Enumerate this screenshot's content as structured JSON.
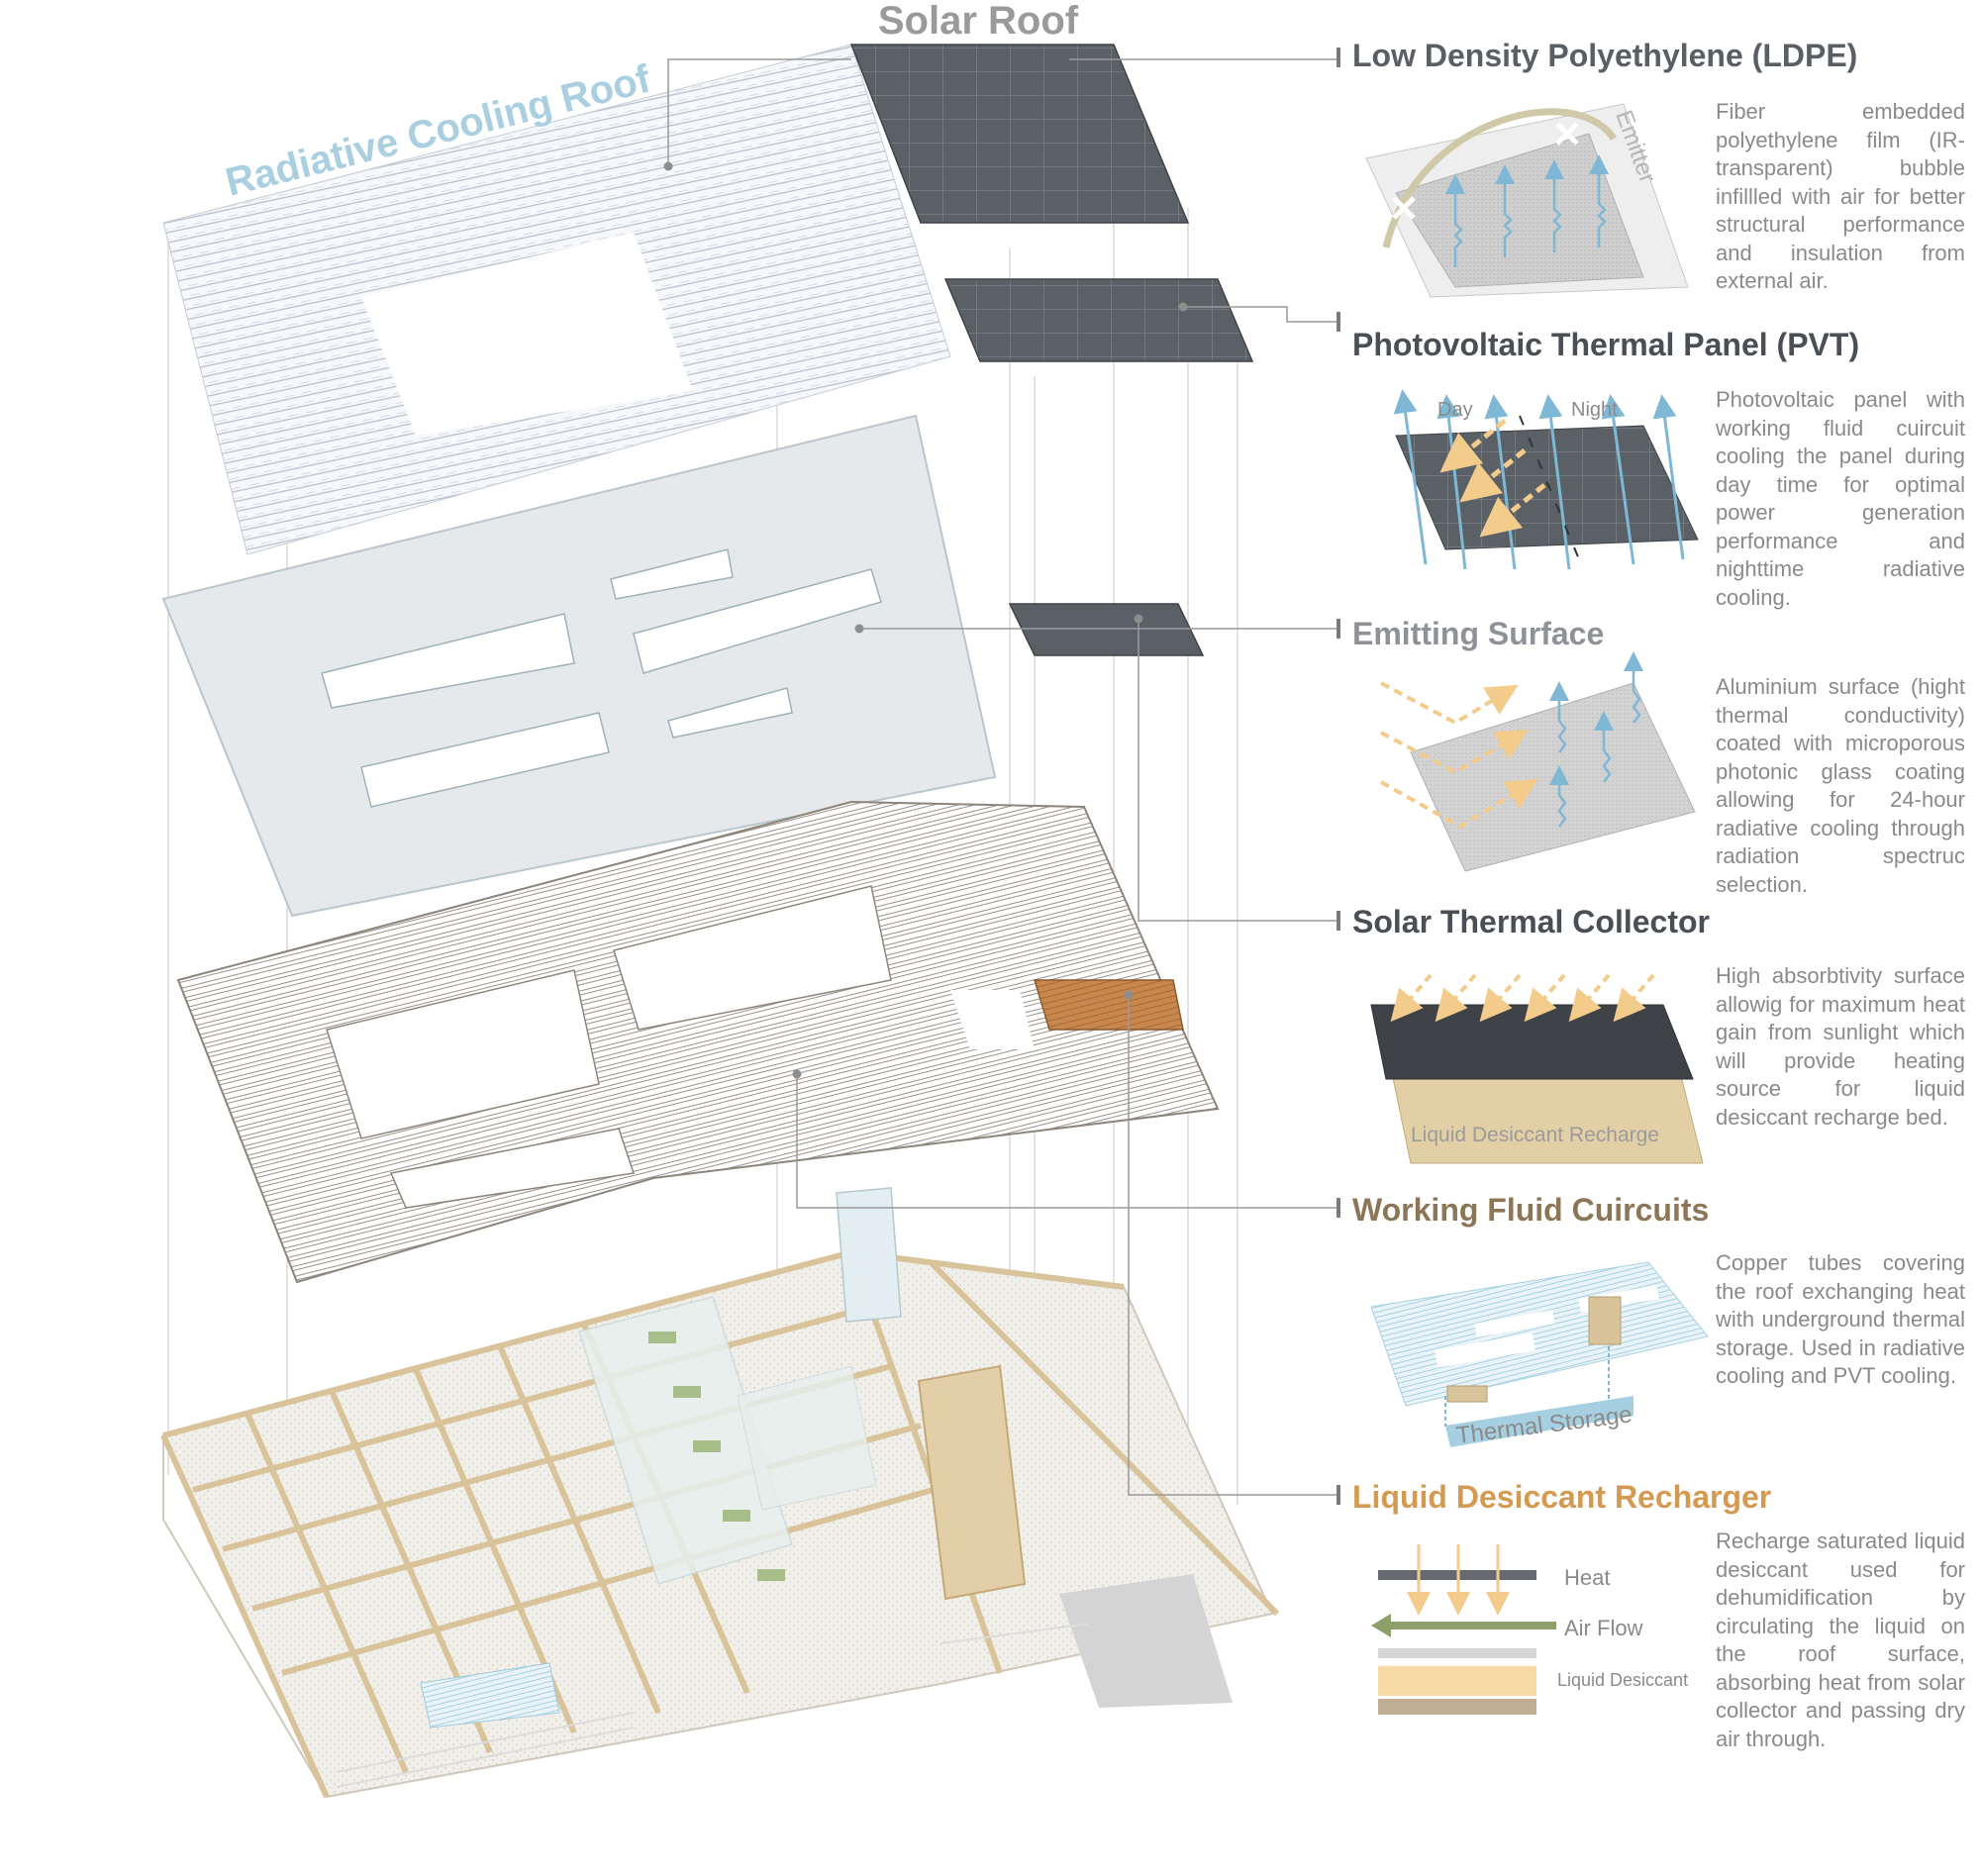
{
  "roof_labels": {
    "solar_roof": "Solar Roof",
    "radiative_cooling_roof": "Radiative Cooling Roof"
  },
  "components": [
    {
      "title": "Low Density Polyethylene (LDPE)",
      "color": "#5a5f66",
      "description": "Fiber embedded polyethylene film (IR-transparent) bubble infillled with air for better structural performance and insulation from external air.",
      "diagram_labels": [
        "Emitter"
      ]
    },
    {
      "title": "Photovoltaic Thermal Panel (PVT)",
      "color": "#4a4e55",
      "description": "Photovoltaic panel with working fluid cuircuit cooling the panel during day time for optimal power generation performance and nighttime radiative cooling.",
      "diagram_labels": [
        "Day",
        "Night"
      ]
    },
    {
      "title": "Emitting Surface",
      "color": "#8e9197",
      "description": "Aluminium surface (hight thermal conductivity) coated with microporous photonic glass coating allowing for 24-hour radiative cooling through radiation spectruc selection.",
      "diagram_labels": []
    },
    {
      "title": "Solar Thermal Collector",
      "color": "#4a4e55",
      "description": "High absorbtivity surface allowig for maximum heat gain from sunlight which will provide heating source for liquid desiccant recharge bed.",
      "diagram_labels": [
        "Liquid Desiccant Recharge"
      ]
    },
    {
      "title": "Working Fluid Cuircuits",
      "color": "#8c7656",
      "description": "Copper tubes covering the roof exchanging heat with underground thermal storage. Used in radiative cooling and PVT cooling.",
      "diagram_labels": [
        "Thermal Storage"
      ]
    },
    {
      "title": "Liquid Desiccant Recharger",
      "color": "#d49a52",
      "description": "Recharge saturated liquid desiccant used for dehumidification by circulating the liquid on the roof surface, absorbing heat from solar collector and passing dry air through.",
      "diagram_labels": [
        "Heat",
        "Air Flow",
        "Liquid Desiccant"
      ]
    }
  ],
  "colors": {
    "radiative_label": "#a9cfe0",
    "solar_label": "#9a9a9a",
    "leader_line": "#9a9a9a",
    "solar_panel": "#555a60",
    "emitter_plate": "#e6e9ec",
    "copper_tube": "#8d857b",
    "timber": "#d9c39a",
    "heat_arrow": "#f3cc8c",
    "cool_arrow": "#7fb8d4",
    "airflow_arrow": "#8da06a"
  }
}
